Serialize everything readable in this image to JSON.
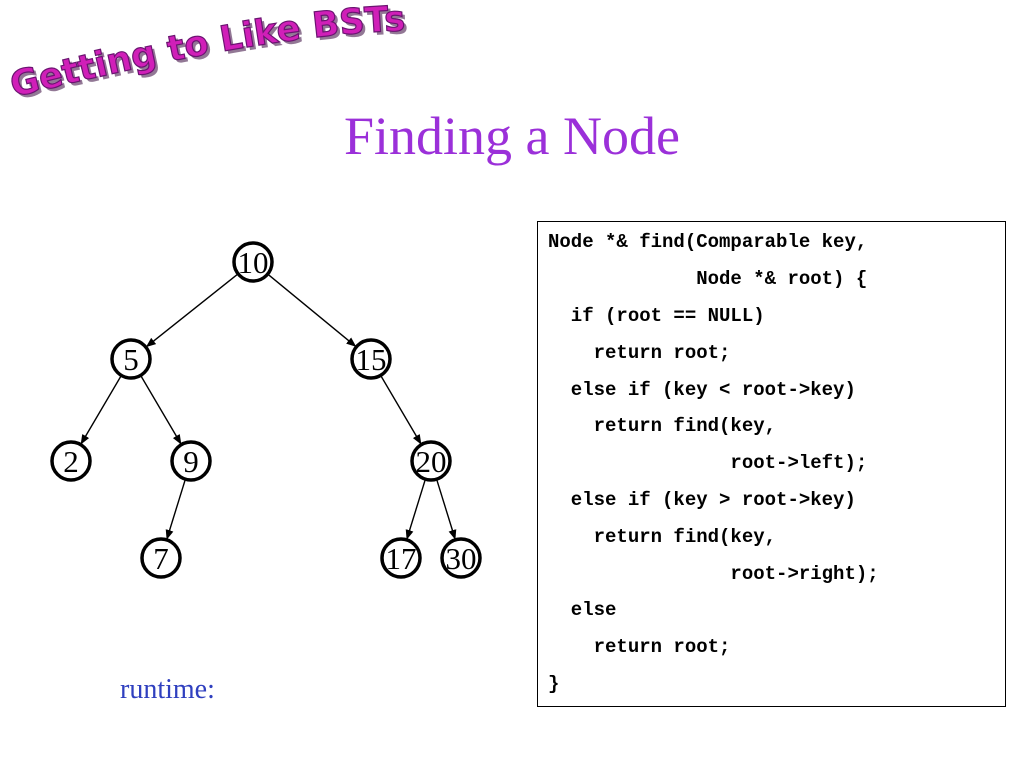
{
  "wordart_title": "Getting to Like BSTs",
  "slide_title": "Finding a Node",
  "tree": {
    "nodes": [
      {
        "id": "n10",
        "label": "10"
      },
      {
        "id": "n5",
        "label": "5"
      },
      {
        "id": "n15",
        "label": "15"
      },
      {
        "id": "n2",
        "label": "2"
      },
      {
        "id": "n9",
        "label": "9"
      },
      {
        "id": "n20",
        "label": "20"
      },
      {
        "id": "n7",
        "label": "7"
      },
      {
        "id": "n17",
        "label": "17"
      },
      {
        "id": "n30",
        "label": "30"
      }
    ],
    "edges": [
      [
        "n10",
        "n5"
      ],
      [
        "n10",
        "n15"
      ],
      [
        "n5",
        "n2"
      ],
      [
        "n5",
        "n9"
      ],
      [
        "n15",
        "n20"
      ],
      [
        "n9",
        "n7"
      ],
      [
        "n20",
        "n17"
      ],
      [
        "n20",
        "n30"
      ]
    ]
  },
  "runtime_label": "runtime:",
  "code_lines": [
    "Node *& find(Comparable key,",
    "             Node *& root) {",
    "  if (root == NULL)",
    "    return root;",
    "  else if (key < root->key)",
    "    return find(key,",
    "                root->left);",
    "  else if (key > root->key)",
    "    return find(key,",
    "                root->right);",
    "  else",
    "    return root;",
    "}"
  ],
  "colors": {
    "title": "#9b30d9",
    "wordart_fill": "#d01fb8",
    "wordart_shadow": "#7a1a8a",
    "runtime": "#2f3fbf"
  }
}
